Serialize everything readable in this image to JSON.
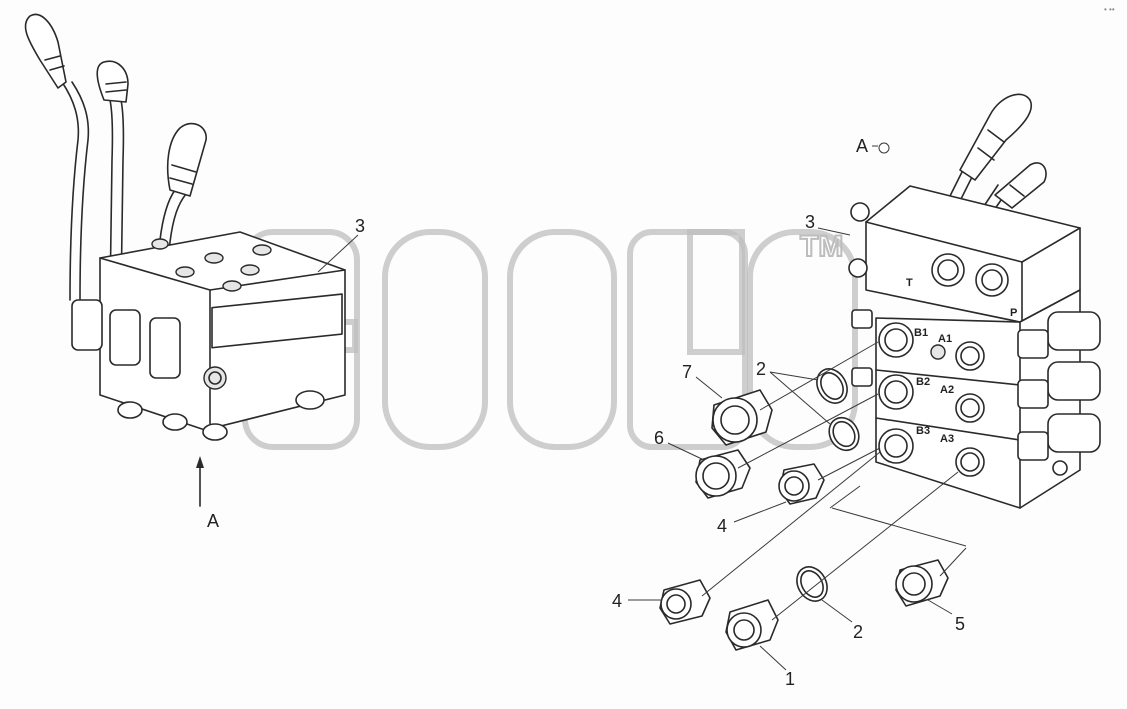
{
  "left_view": {
    "view_arrow_label": "A",
    "callout_3": "3"
  },
  "right_view": {
    "view_title": "A",
    "callouts": [
      "3",
      "7",
      "2",
      "6",
      "4",
      "4",
      "2",
      "5",
      "1"
    ],
    "ports": [
      "T",
      "P",
      "B1",
      "A1",
      "B2",
      "A2",
      "B3",
      "A3"
    ]
  },
  "watermark": {
    "trademark": "TM"
  },
  "corner_mark": "• ••"
}
